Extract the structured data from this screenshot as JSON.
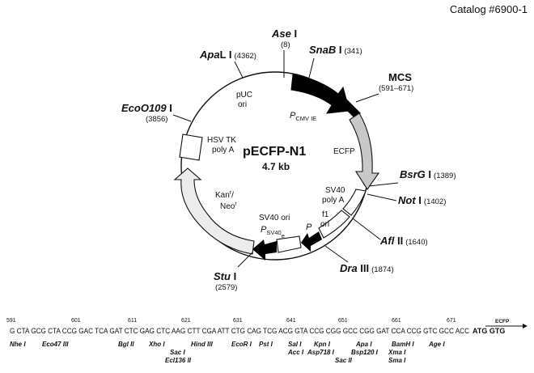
{
  "catalog": "Catalog #6900-1",
  "plasmid": {
    "name": "pECFP-N1",
    "size": "4.7 kb"
  },
  "sites": {
    "ase_i": {
      "name": "Ase",
      "suffix": " I",
      "pos": "(8)"
    },
    "snab_i": {
      "name": "SnaB",
      "suffix": " I",
      "pos": "(341)"
    },
    "mcs": {
      "name": "MCS",
      "pos": "(591–671)"
    },
    "bsrg_i": {
      "name": "BsrG",
      "suffix": " I",
      "pos": "(1389)"
    },
    "not_i": {
      "name": "Not",
      "suffix": " I",
      "pos": "(1402)"
    },
    "afl_ii": {
      "name": "Afl",
      "suffix": " II",
      "pos": "(1640)"
    },
    "dra_iii": {
      "name": "Dra",
      "suffix": " III",
      "pos": "(1874)"
    },
    "stu_i": {
      "name": "Stu",
      "suffix": " I",
      "pos": "(2579)"
    },
    "eco0109_i": {
      "name": "Eco",
      "mid": "O109",
      "suffix": " I",
      "pos": "(3856)"
    },
    "apal_i": {
      "name": "Apa",
      "suffix": "L I",
      "pos": "(4362)"
    }
  },
  "features": {
    "puc_ori_1": "pUC",
    "puc_ori_2": "ori",
    "pcmv_p": "P",
    "pcmv_sub": "CMV IE",
    "ecfp": "ECFP",
    "sv40_polya_1": "SV40",
    "sv40_polya_2": "poly A",
    "f1_ori_1": "f1",
    "f1_ori_2": "ori",
    "sv40_ori": "SV40 ori",
    "psv40_p": "P",
    "psv40_sub": "SV40",
    "psv40_e": "e",
    "p_small": "P",
    "kan_1": "Kan",
    "kan_sup": "r",
    "kan_2": "Neo",
    "neo_sup": "r",
    "hsv_1": "HSV TK",
    "hsv_2": "poly A"
  },
  "sequence": {
    "numbers": [
      "591",
      "601",
      "611",
      "621",
      "631",
      "641",
      "651",
      "661",
      "671"
    ],
    "text": "G CTA GCG CTA CCG GAC TCA GAT CTC GAG CTC AAG CTT CGA ATT CTG CAG TCG ACG GTA CCG CGG GCC CGG GAT CCA CCG GTC GCC ACC",
    "tail": "ATG GTG",
    "ecfp_label": "ECFP",
    "enzymes_row1": [
      {
        "id": "nhe",
        "label": "Nhe I"
      },
      {
        "id": "eco47",
        "label": "Eco47 III"
      },
      {
        "id": "bgl",
        "label": "Bgl II"
      },
      {
        "id": "xho",
        "label": "Xho I"
      },
      {
        "id": "hind",
        "label": "Hind III"
      },
      {
        "id": "ecor",
        "label": "EcoR I"
      },
      {
        "id": "pst",
        "label": "Pst I"
      },
      {
        "id": "sal",
        "label": "Sal I"
      },
      {
        "id": "kpn",
        "label": "Kpn I"
      },
      {
        "id": "apa",
        "label": "Apa I"
      },
      {
        "id": "bam",
        "label": "BamH I"
      },
      {
        "id": "age",
        "label": "Age I"
      }
    ],
    "enzymes_row2": [
      {
        "id": "sac",
        "label": "Sac I"
      },
      {
        "id": "acc",
        "label": "Acc I"
      },
      {
        "id": "asp",
        "label": "Asp718 I"
      },
      {
        "id": "bsp",
        "label": "Bsp120 I"
      },
      {
        "id": "xma",
        "label": "Xma I"
      }
    ],
    "enzymes_row3": [
      {
        "id": "ecl",
        "label": "Ecl136 II"
      },
      {
        "id": "sac2",
        "label": "Sac II"
      },
      {
        "id": "sma",
        "label": "Sma I"
      }
    ]
  }
}
